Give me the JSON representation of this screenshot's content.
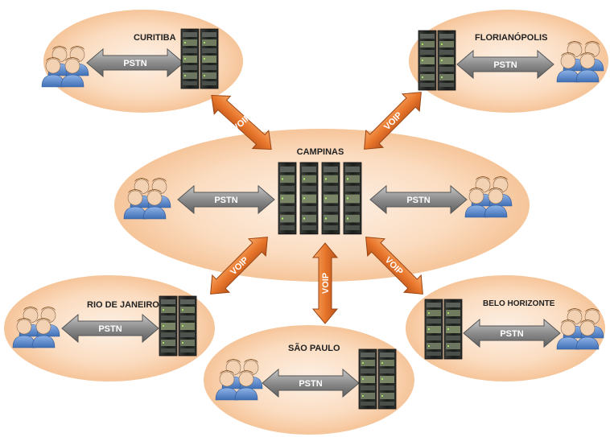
{
  "sites": {
    "center": {
      "label": "CAMPINAS"
    },
    "curitiba": {
      "label": "CURITIBA"
    },
    "florianopolis": {
      "label": "FLORIANÓPOLIS"
    },
    "rio": {
      "label": "RIO DE JANEIRO"
    },
    "saopaulo": {
      "label": "SÃO PAULO"
    },
    "belo": {
      "label": "BELO HORIZONTE"
    }
  },
  "links": {
    "pstn_label": "PSTN",
    "voip_label": "VOIP"
  },
  "icons": {
    "users": "users-icon",
    "server": "server-rack-icon"
  },
  "colors": {
    "ellipse": "#f6c79c",
    "voip_arrow": "#e8762b",
    "pstn_arrow": "#8a8a8a",
    "user_blue": "#5b86c4"
  }
}
